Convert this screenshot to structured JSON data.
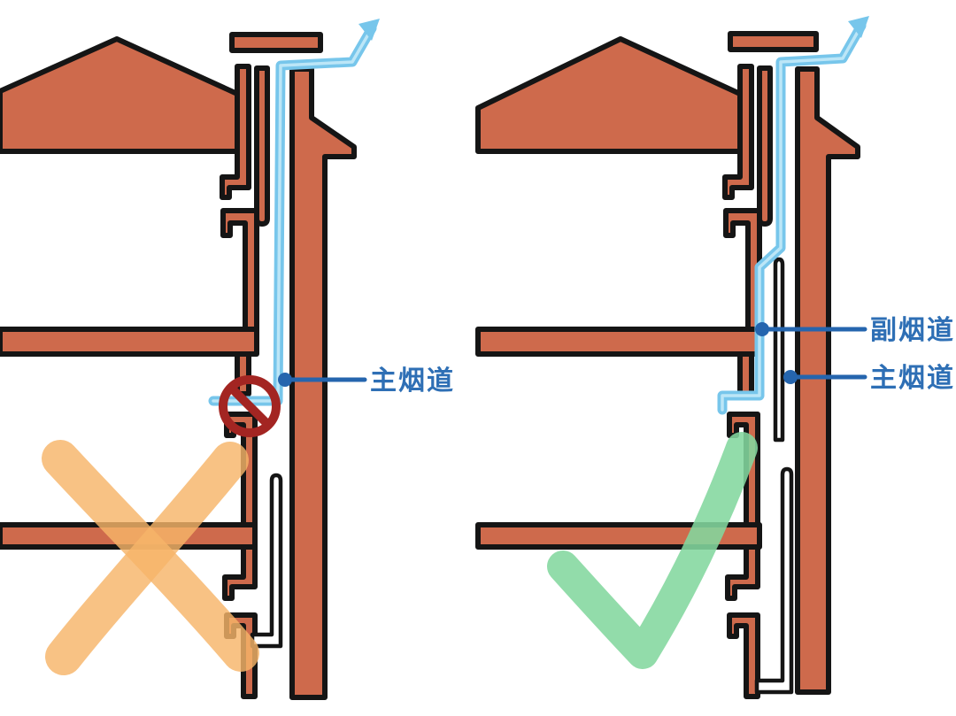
{
  "diagram": {
    "kind": "building-flue-cross-section-comparison",
    "left_panel": {
      "verdict": "incorrect",
      "labels": {
        "main_flue": "主烟道"
      },
      "marks": [
        "no-entry-sign",
        "orange-cross-mark"
      ]
    },
    "right_panel": {
      "verdict": "correct",
      "labels": {
        "secondary_flue": "副烟道",
        "main_flue": "主烟道"
      },
      "marks": [
        "green-check-mark"
      ]
    }
  },
  "colors": {
    "background": "#FFFFFF",
    "wall": "#CE6A4C",
    "outline": "#151515",
    "flow": "#77C6EB",
    "flow_core": "#BCE6F7",
    "leader": "#2565AE",
    "label_text": "#2E6FB5",
    "prohibited": "#A32522",
    "cross": "#F6B469",
    "check": "#83D79E"
  }
}
